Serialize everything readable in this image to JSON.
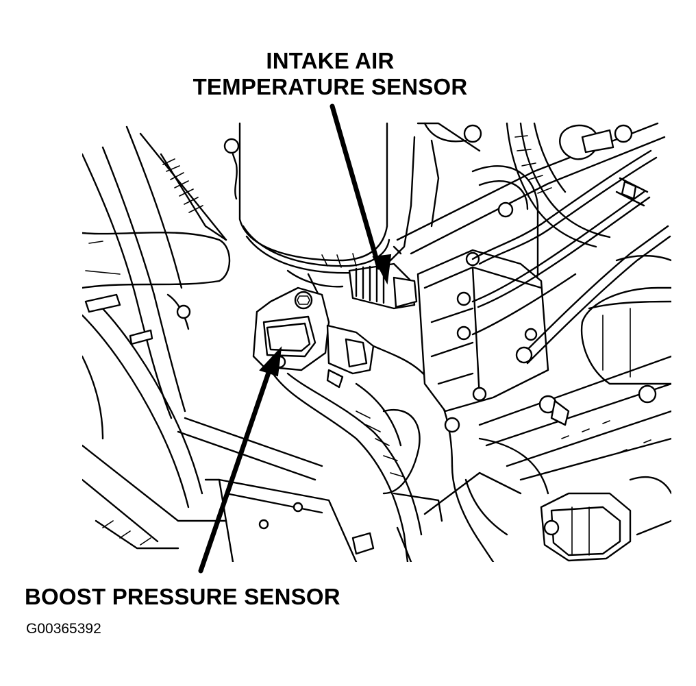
{
  "labels": {
    "intake_air_temperature_sensor": [
      "INTAKE AIR",
      "TEMPERATURE SENSOR"
    ],
    "boost_pressure_sensor": "BOOST PRESSURE SENSOR",
    "figure_id": "G00365392"
  },
  "colors": {
    "ink": "#000000",
    "background": "#ffffff"
  }
}
